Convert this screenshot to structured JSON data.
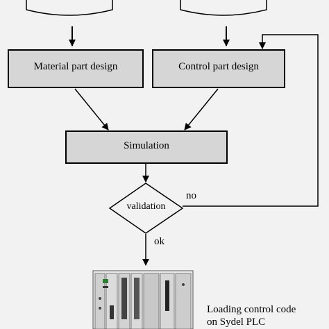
{
  "diagram": {
    "nodes": {
      "material": "Material part design",
      "control": "Control part design",
      "simulation": "Simulation",
      "validation": "validation"
    },
    "edges": {
      "no": "no",
      "ok": "ok"
    },
    "caption": {
      "line1": "Loading control code",
      "line2": "on Sydel PLC"
    },
    "colors": {
      "background": "#f2f2f2",
      "box_fill": "#d6d6d6",
      "stroke": "#000000"
    }
  }
}
